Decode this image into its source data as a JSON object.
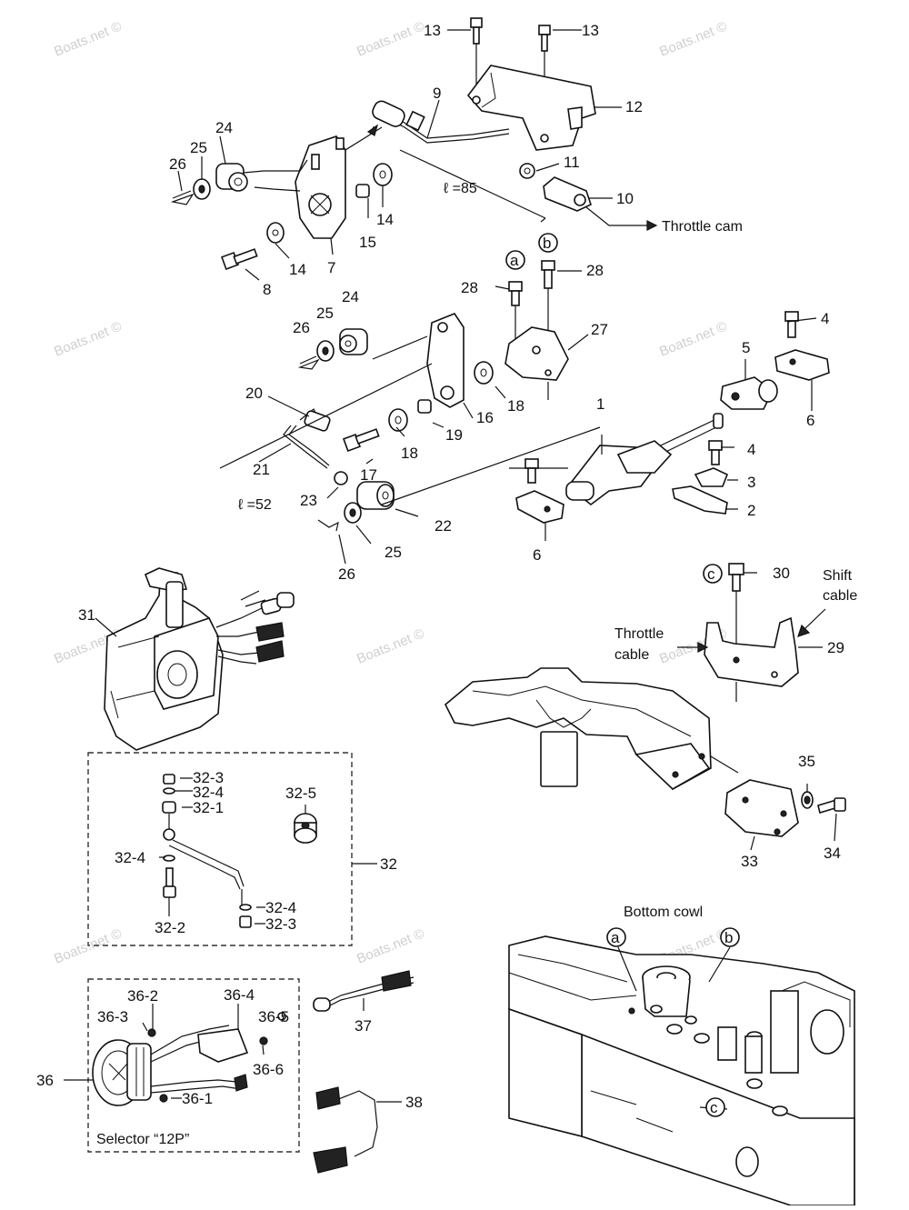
{
  "watermark": "Boats.net ©",
  "callouts": {
    "n13": "13",
    "n9": "9",
    "n12": "12",
    "n24": "24",
    "n25": "25",
    "n26": "26",
    "n11": "11",
    "n10": "10",
    "n14": "14",
    "n15": "15",
    "n7": "7",
    "n8": "8",
    "n28": "28",
    "n27": "27",
    "n4": "4",
    "n5": "5",
    "n6": "6",
    "n20": "20",
    "n16": "16",
    "n18": "18",
    "n19": "19",
    "n1": "1",
    "n3": "3",
    "n2": "2",
    "n21": "21",
    "n17": "17",
    "n23": "23",
    "n22": "22",
    "n31": "31",
    "n30": "30",
    "n29": "29",
    "n32_3": "32-3",
    "n32_4": "32-4",
    "n32_1": "32-1",
    "n32_5": "32-5",
    "n32": "32",
    "n32_2": "32-2",
    "n35": "35",
    "n33": "33",
    "n34": "34",
    "n36_2": "36-2",
    "n36_4": "36-4",
    "n36_3": "36-3",
    "n36_5": "36-5",
    "n36_6": "36-6",
    "n36_1": "36-1",
    "n36": "36",
    "n37": "37",
    "n38": "38"
  },
  "circle_marks": {
    "a": "a",
    "b": "b",
    "c": "c"
  },
  "notes": {
    "throttle_cam": "Throttle cam",
    "len_85": "ℓ =85",
    "len_52": "ℓ =52",
    "shift_cable_1": "Shift",
    "shift_cable_2": "cable",
    "throttle_cable_1": "Throttle",
    "throttle_cable_2": "cable",
    "bottom_cowl": "Bottom cowl",
    "selector": "Selector  “12P”"
  }
}
